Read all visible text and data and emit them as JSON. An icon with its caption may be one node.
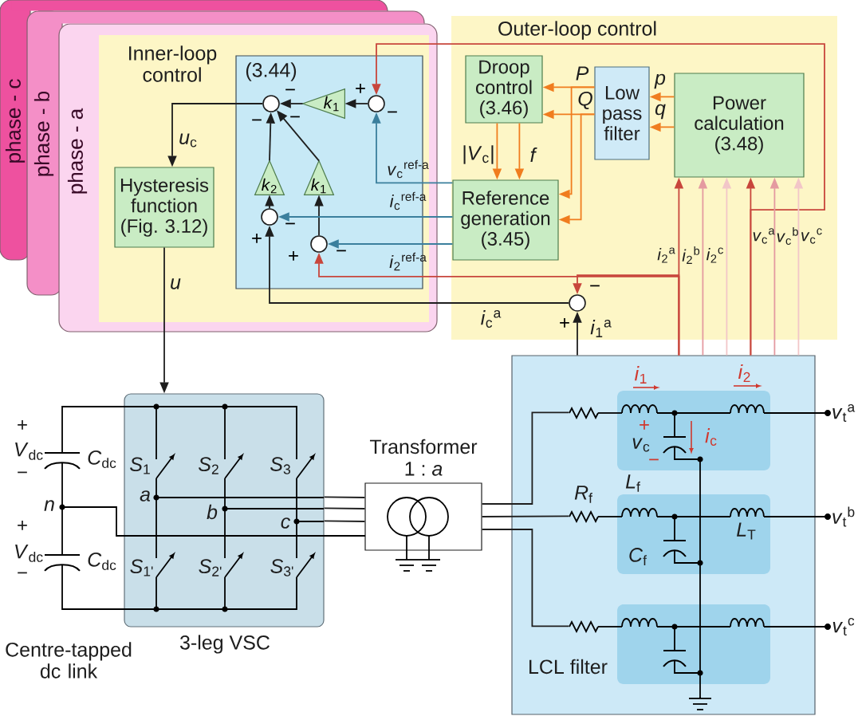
{
  "diagram": {
    "nodes": [
      {
        "text": [
          "phase - c"
        ]
      },
      {
        "text": [
          "phase - b"
        ]
      },
      {
        "text": [
          "phase - a"
        ]
      },
      {
        "text": [
          "Inner-loop control"
        ],
        "in": 2
      },
      {
        "text": [
          "(3.44)"
        ],
        "in": 3
      },
      {
        "text": [
          "Hysteresis function (Fig. 3.12)"
        ],
        "in": 3
      },
      {
        "text": [
          "Outer-loop control"
        ]
      },
      {
        "text": [
          "Droop control (3.46)"
        ],
        "in": 6
      },
      {
        "text": [
          "Low pass filter"
        ],
        "in": 6
      },
      {
        "text": [
          "Power calculation (3.48)"
        ],
        "in": 6
      },
      {
        "text": [
          "Reference generation (3.45)"
        ],
        "in": 6
      },
      {
        "text": [],
        "shape": "circle",
        "in": 4,
        "beside": [
          "−",
          "−",
          "−"
        ]
      },
      {
        "text": [],
        "shape": "circle",
        "in": 4,
        "beside": [
          "+",
          "−"
        ]
      },
      {
        "text": [],
        "shape": "circle",
        "in": 4,
        "beside": [
          "+",
          "−"
        ]
      },
      {
        "text": [],
        "shape": "circle",
        "in": 4,
        "beside": [
          "+",
          "−"
        ]
      },
      {
        "text": [],
        "shape": "circle",
        "in": 6,
        "beside": [
          "−",
          "+"
        ]
      },
      {
        "text": [
          "*k*$_{1}$"
        ],
        "in": 4
      },
      {
        "text": [
          "*k*$_{2}$"
        ],
        "in": 4
      },
      {
        "text": [
          "*k*$_{1}$"
        ],
        "in": 4
      },
      {
        "text": [
          "3-leg VSC"
        ]
      },
      {
        "text": [
          "Transformer",
          "1 : *a*"
        ]
      },
      {
        "text": [
          "LCL filter"
        ]
      }
    ],
    "edges": [
      {
        "from": 11,
        "to": 5,
        "arrow": "to",
        "label": "*u*$_{c}$"
      },
      {
        "from": 5,
        "to": 19,
        "arrow": "to",
        "label": "u"
      },
      {
        "from": 16,
        "to": 11,
        "arrow": "to"
      },
      {
        "from": 17,
        "to": 11,
        "arrow": "to"
      },
      {
        "from": 18,
        "to": 11,
        "arrow": "to"
      },
      {
        "from": 12,
        "to": 16,
        "arrow": "to"
      },
      {
        "from": 13,
        "to": 17,
        "arrow": "to"
      },
      {
        "from": 14,
        "to": 18,
        "arrow": "to"
      },
      {
        "from": 10,
        "to": 12,
        "arrow": "to",
        "label": "*v*$_{c}$$^{ref-a}$",
        "color": "#3b7f9d"
      },
      {
        "from": 10,
        "to": 13,
        "arrow": "to",
        "label": "*i*$_{c}$$^{ref-a}$",
        "color": "#3b7f9d"
      },
      {
        "from": 10,
        "to": 14,
        "arrow": "to",
        "label": "*i*$_{2}$$^{ref-a}$",
        "color": "#3b7f9d"
      },
      {
        "from": 15,
        "to": 13,
        "arrow": "to",
        "label": "*i*$_{c}$$^{a}$"
      },
      {
        "from": 21,
        "to": 15,
        "arrow": "to",
        "label": "*i*$_{1}$$^{a}$"
      },
      {
        "from": 21,
        "to": 9,
        "arrow": "to",
        "label": "*i*$_{2}$$^{a}$",
        "color": "#c8463c"
      },
      {
        "from": 21,
        "to": 14,
        "arrow": "to",
        "color": "#c8463c"
      },
      {
        "from": 21,
        "to": 15,
        "arrow": "to",
        "color": "#c8463c"
      },
      {
        "from": 21,
        "to": 9,
        "arrow": "to",
        "label": "*i*$_{2}$$^{b}$",
        "color": "#e49aa0"
      },
      {
        "from": 21,
        "to": 9,
        "arrow": "to",
        "label": "*i*$_{2}$$^{c}$",
        "color": "#f2c6c8"
      },
      {
        "from": 21,
        "to": 9,
        "arrow": "to",
        "label": "*v*$_{c}$$^{a}$",
        "color": "#c8463c"
      },
      {
        "from": 21,
        "to": 12,
        "arrow": "to",
        "color": "#c8463c"
      },
      {
        "from": 21,
        "to": 9,
        "arrow": "to",
        "label": "*v*$_{c}$$^{b}$",
        "color": "#e49aa0"
      },
      {
        "from": 21,
        "to": 9,
        "arrow": "to",
        "label": "*v*$_{c}$$^{c}$",
        "color": "#f2c6c8"
      },
      {
        "from": 9,
        "to": 8,
        "arrow": "to",
        "label": "p",
        "color": "#f07d1f"
      },
      {
        "from": 9,
        "to": 8,
        "arrow": "to",
        "label": "q",
        "color": "#f07d1f"
      },
      {
        "from": 8,
        "to": 7,
        "arrow": "to",
        "label": "P",
        "color": "#f07d1f"
      },
      {
        "from": 8,
        "to": 7,
        "arrow": "to",
        "label": "Q",
        "color": "#f07d1f"
      },
      {
        "from": 8,
        "to": 10,
        "arrow": "to",
        "color": "#f07d1f"
      },
      {
        "from": 8,
        "to": 10,
        "arrow": "to",
        "color": "#f07d1f"
      },
      {
        "from": 7,
        "to": 10,
        "arrow": "to",
        "label": "|*V*$_{c}$|",
        "color": "#f07d1f"
      },
      {
        "from": 7,
        "to": 10,
        "arrow": "to",
        "label": "f",
        "color": "#f07d1f"
      },
      {
        "from": 19,
        "to": 20,
        "arrow": "none"
      },
      {
        "from": 19,
        "to": 20,
        "arrow": "none"
      },
      {
        "from": 19,
        "to": 20,
        "arrow": "none"
      },
      {
        "from": 20,
        "to": 21,
        "arrow": "none"
      },
      {
        "from": 20,
        "to": 21,
        "arrow": "none"
      },
      {
        "from": 20,
        "to": 21,
        "arrow": "none"
      }
    ],
    "labels": [
      "+",
      "*V*$_{dc}$",
      "−",
      "*C*$_{dc}$",
      "n",
      "+",
      "*V*$_{dc}$",
      "−",
      "*C*$_{dc}$",
      "Centre-tapped dc link",
      "*S*$_{1}$",
      "*S*$_{2}$",
      "*S*$_{3}$",
      "a",
      "b",
      "c",
      "*S*$_{1'}$",
      "*S*$_{2'}$",
      "*S*$_{3'}$",
      "*i*$_{1}$",
      "*i*$_{2}$",
      "*v*$_{t}$$^{a}$",
      "+",
      "*v*$_{c}$",
      "*i*$_{c}$",
      "−",
      "*L*$_{f}$",
      "*R*$_{f}$",
      "*v*$_{t}$$^{b}$",
      "*L*$_{T}$",
      "*C*$_{f}$",
      "*v*$_{t}$$^{c}$"
    ]
  }
}
